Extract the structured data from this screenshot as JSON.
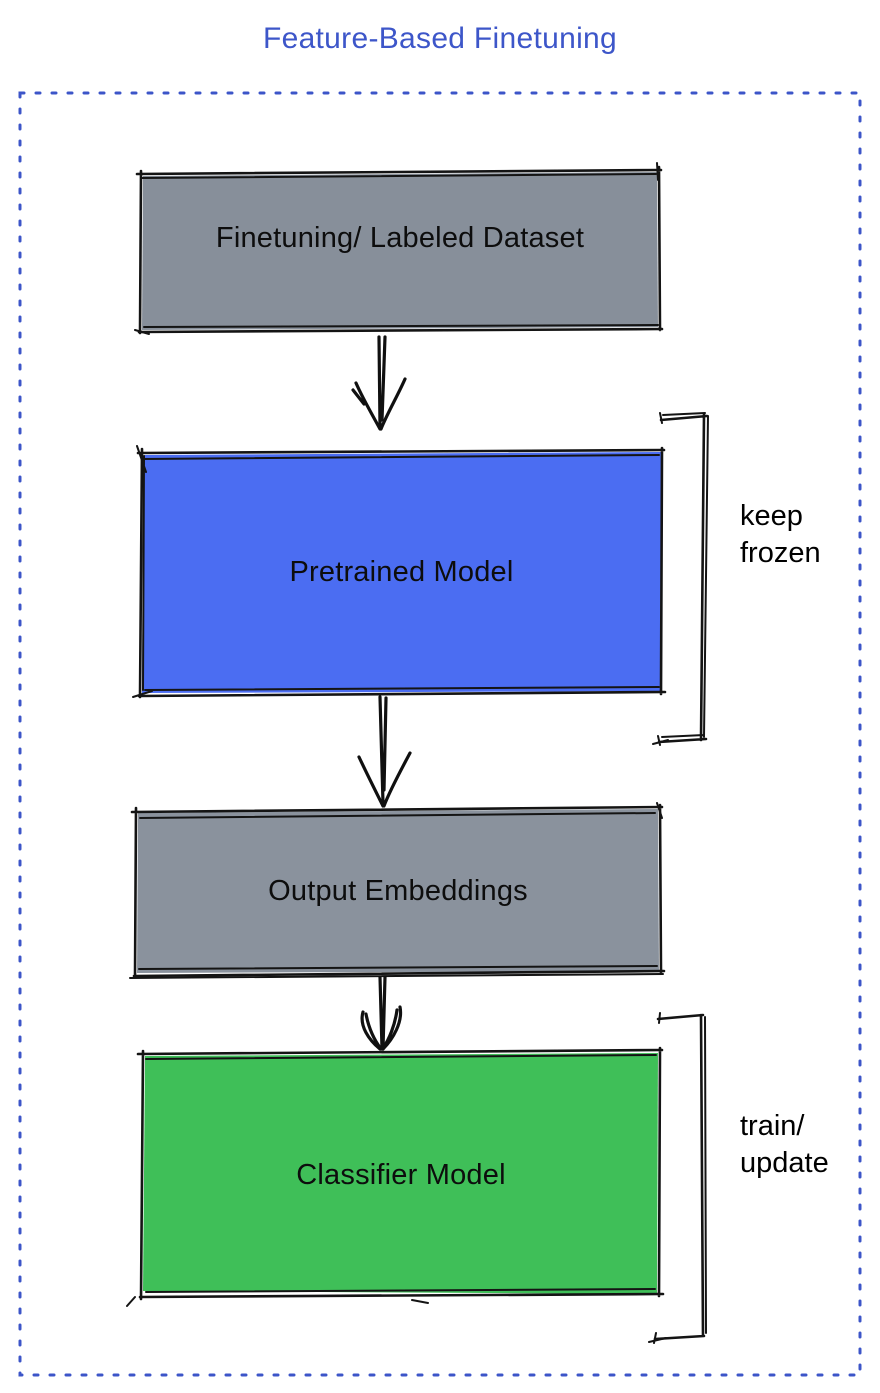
{
  "title": "Feature-Based Finetuning",
  "colors": {
    "title_text": "#3d56c9",
    "dashed_border": "#3c55c8",
    "ink": "#141414",
    "label_text": "#0d0d0d"
  },
  "nodes": [
    {
      "id": "finetuning-dataset",
      "label": "Finetuning/ Labeled Dataset",
      "fill": "#878f9a"
    },
    {
      "id": "pretrained-model",
      "label": "Pretrained Model",
      "fill": "#4b6df2"
    },
    {
      "id": "output-embeddings",
      "label": "Output Embeddings",
      "fill": "#8a929d"
    },
    {
      "id": "classifier-model",
      "label": "Classifier Model",
      "fill": "#3fbf58"
    }
  ],
  "edges": [
    {
      "from": "finetuning-dataset",
      "to": "pretrained-model"
    },
    {
      "from": "pretrained-model",
      "to": "output-embeddings"
    },
    {
      "from": "output-embeddings",
      "to": "classifier-model"
    }
  ],
  "annotations": [
    {
      "id": "keep-frozen",
      "text": "keep frozen",
      "target": "pretrained-model"
    },
    {
      "id": "train-update",
      "text": "train/ update",
      "target": "classifier-model"
    }
  ]
}
